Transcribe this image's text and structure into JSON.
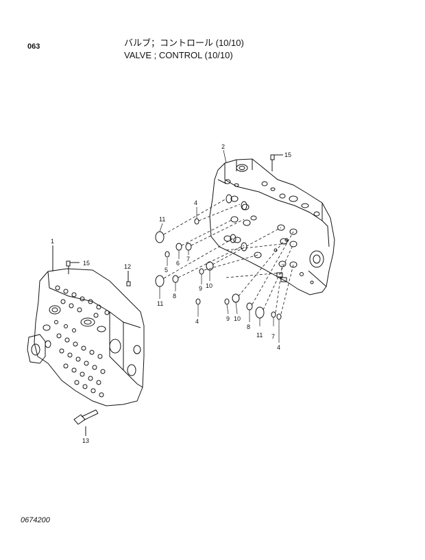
{
  "header": {
    "page_number": "063",
    "title_japanese": "バルブ；コントロール (10/10)",
    "title_english": "VALVE ; CONTROL (10/10)"
  },
  "footer": {
    "drawing_number": "0674200"
  },
  "callouts": {
    "c2": "2",
    "c15a": "15",
    "c4a": "4",
    "c11a": "11",
    "c5": "5",
    "c6": "6",
    "c7a": "7",
    "c11b": "11",
    "c8a": "8",
    "c9a": "9",
    "c10a": "10",
    "c4b": "4",
    "c9b": "9",
    "c10b": "10",
    "c8b": "8",
    "c11c": "11",
    "c7b": "7",
    "c4c": "4",
    "c1": "1",
    "c15b": "15",
    "c12": "12",
    "c13": "13"
  }
}
